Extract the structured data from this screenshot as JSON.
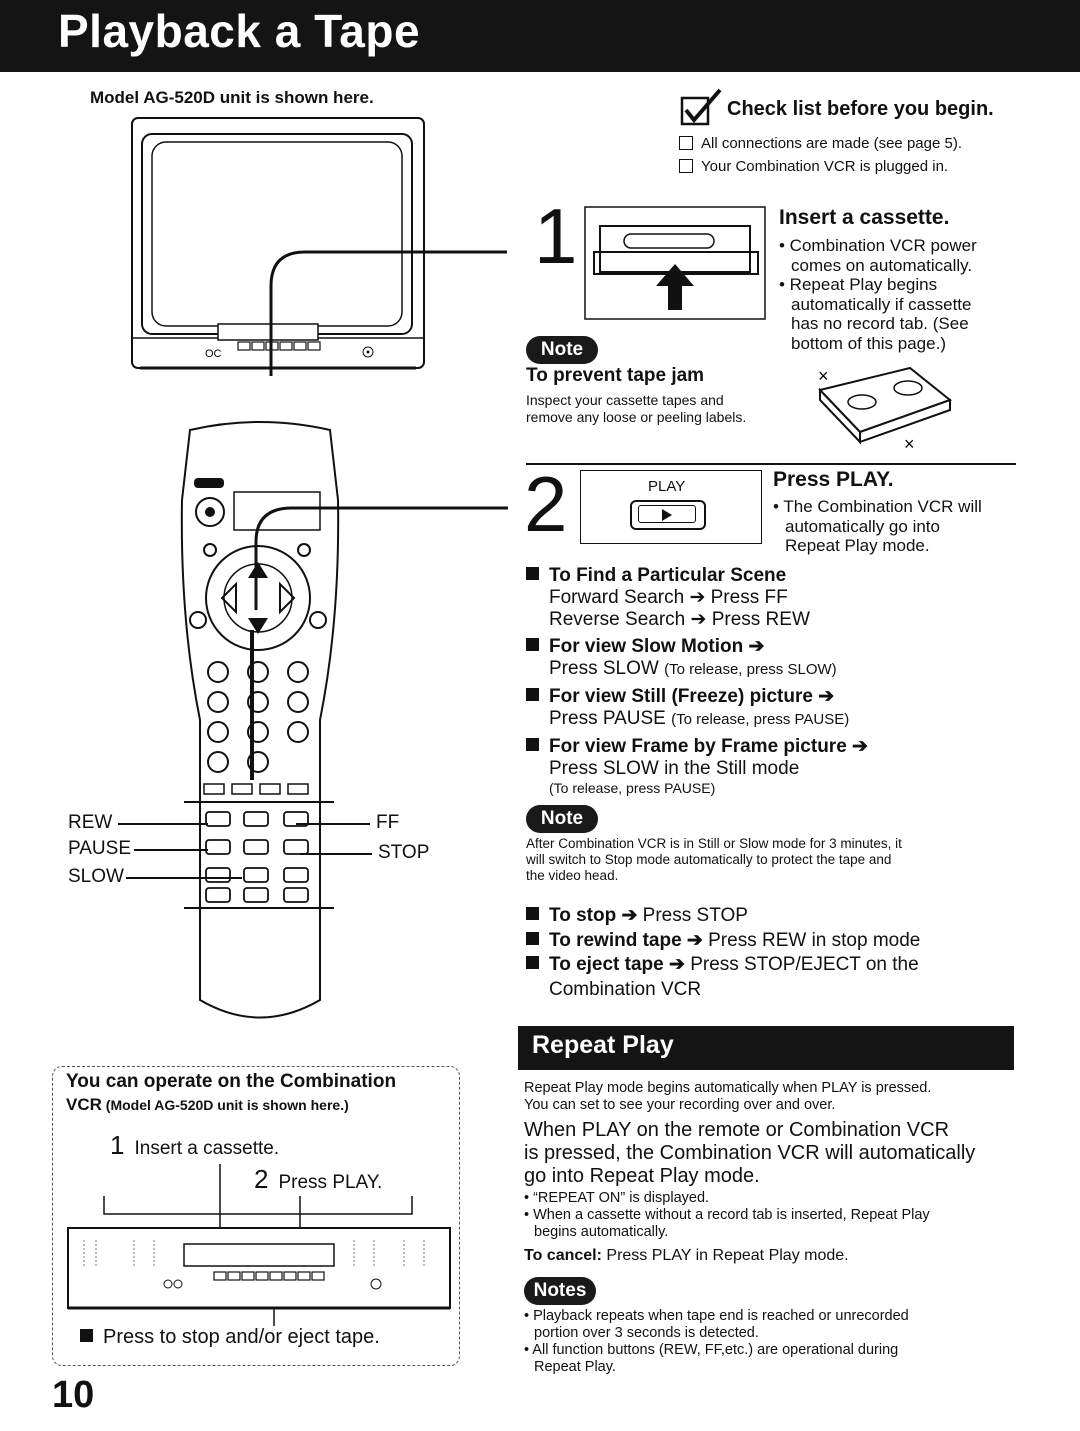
{
  "header": {
    "title": "Playback a Tape"
  },
  "model_caption": "Model AG-520D unit is shown here.",
  "checklist": {
    "title": "Check list before you begin.",
    "items": [
      "All connections are made (see page 5).",
      "Your Combination VCR is plugged in."
    ]
  },
  "step1": {
    "number": "1",
    "title": "Insert a cassette.",
    "bullets": [
      "• Combination VCR power",
      "comes on automatically.",
      "• Repeat Play begins",
      "automatically if cassette",
      "has no record tab. (See",
      "bottom of this page.)"
    ]
  },
  "note1": {
    "badge": "Note",
    "title": "To prevent tape jam",
    "lines": [
      "Inspect your cassette tapes and",
      "remove any loose or peeling labels."
    ]
  },
  "step2": {
    "number": "2",
    "button_label": "PLAY",
    "title": "Press PLAY.",
    "bullets": [
      "• The Combination VCR will",
      "automatically go into",
      "Repeat Play mode."
    ]
  },
  "operations": [
    {
      "title": "To Find a Particular Scene",
      "lines": [
        "Forward Search ➔ Press FF",
        "Reverse Search ➔ Press REW"
      ]
    },
    {
      "title": "For view Slow Motion ➔",
      "lines": [
        "Press SLOW"
      ],
      "small": "(To release, press SLOW)"
    },
    {
      "title": "For view Still (Freeze) picture ➔",
      "lines": [
        "Press PAUSE"
      ],
      "small": "(To release, press PAUSE)"
    },
    {
      "title": "For view Frame by Frame picture ➔",
      "lines": [
        "Press SLOW in the Still mode"
      ],
      "small2": "(To release, press PAUSE)"
    }
  ],
  "note2": {
    "badge": "Note",
    "lines": [
      "After Combination VCR is in Still or Slow mode for 3 minutes, it",
      "will switch to Stop mode automatically to protect the tape and",
      "the video head."
    ]
  },
  "stop_ops": [
    {
      "bold": "To stop ➔",
      "rest": " Press STOP"
    },
    {
      "bold": "To rewind tape ➔",
      "rest": " Press REW in stop mode"
    },
    {
      "bold": "To eject tape ➔",
      "rest": " Press STOP/EJECT on the"
    }
  ],
  "stop_ops_cont": "Combination VCR",
  "repeat_play": {
    "title": "Repeat Play",
    "intro": [
      "Repeat Play mode begins automatically when PLAY is pressed.",
      "You can set to see your recording over and over."
    ],
    "big": [
      "When PLAY on the remote or Combination VCR",
      "is pressed, the Combination VCR will automatically",
      "go into Repeat Play mode."
    ],
    "bullets": [
      "• “REPEAT ON” is displayed.",
      "• When a cassette without a record tab is inserted, Repeat Play",
      "begins automatically."
    ],
    "cancel_bold": "To cancel:",
    "cancel_rest": " Press PLAY in Repeat Play mode.",
    "notes_badge": "Notes",
    "notes": [
      "• Playback repeats when tape end is reached or unrecorded",
      "portion over 3 seconds is detected.",
      "• All function buttons (REW, FF,etc.) are operational during",
      "Repeat Play."
    ]
  },
  "remote_labels": {
    "rew": "REW",
    "pause": "PAUSE",
    "slow": "SLOW",
    "ff": "FF",
    "stop": "STOP"
  },
  "unit_box": {
    "title1": "You can operate on the Combination",
    "title2_bold": "VCR",
    "title2_small": " (Model AG-520D unit is shown here.)",
    "step1_num": "1",
    "step1_text": "Insert a cassette.",
    "step2_num": "2",
    "step2_text": "Press PLAY.",
    "bottom": "Press to stop and/or eject tape."
  },
  "page_number": "10"
}
